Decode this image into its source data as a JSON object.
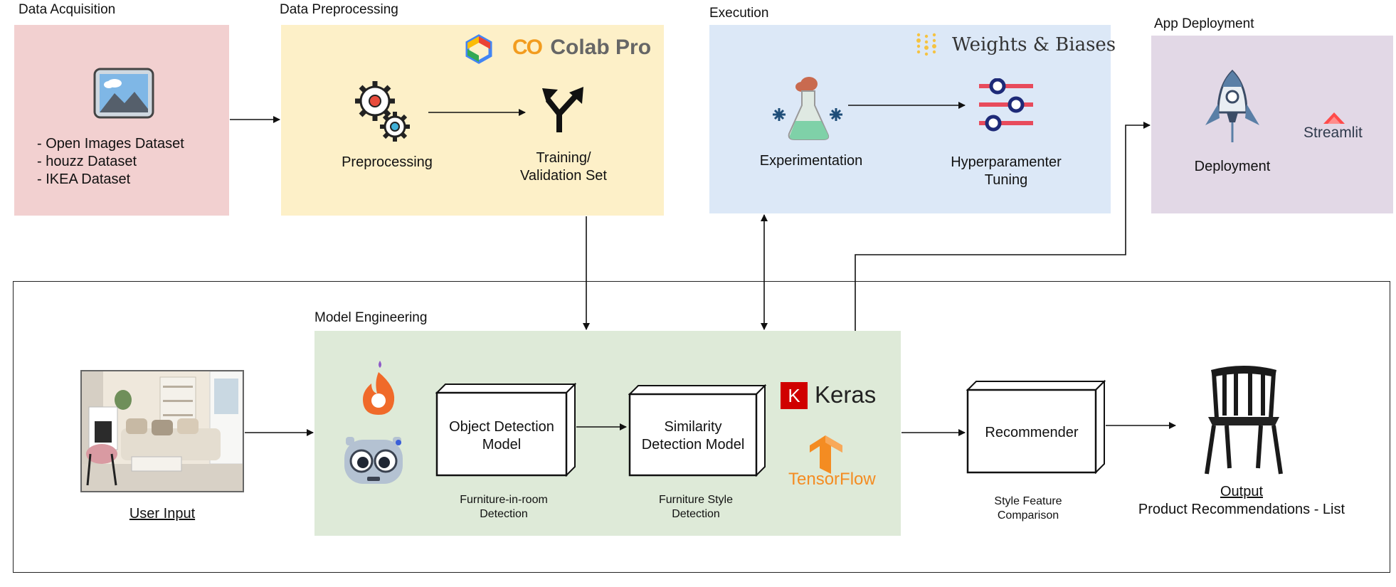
{
  "sections": {
    "acquisition": {
      "title": "Data Acquisition",
      "items": [
        "- Open Images Dataset",
        "- houzz Dataset",
        "- IKEA Dataset"
      ]
    },
    "preprocessing": {
      "title": "Data Preprocessing",
      "brand": "Colab Pro",
      "brand_mark": "CO",
      "step1": "Preprocessing",
      "step2_line1": "Training/",
      "step2_line2": "Validation Set"
    },
    "execution": {
      "title": "Execution",
      "brand": "Weights & Biases",
      "step1": "Experimentation",
      "step2_line1": "Hyperparamenter",
      "step2_line2": "Tuning"
    },
    "deployment": {
      "title": "App Deployment",
      "step1": "Deployment",
      "brand": "Streamlit"
    },
    "model": {
      "title": "Model Engineering",
      "box1_line1": "Object Detection",
      "box1_line2": "Model",
      "box2_line1": "Similarity",
      "box2_line2": "Detection Model",
      "caption1_line1": "Furniture-in-room",
      "caption1_line2": "Detection",
      "caption2_line1": "Furniture Style",
      "caption2_line2": "Detection",
      "brand_keras": "Keras",
      "brand_keras_mark": "K",
      "brand_tf": "TensorFlow"
    },
    "io": {
      "user_input": "User Input",
      "recommender": "Recommender",
      "caption_line1": "Style Feature",
      "caption_line2": "Comparison",
      "output_title": "Output",
      "output_sub": "Product Recommendations - List"
    }
  },
  "colors": {
    "acquisition_bg": "#f2d0d0",
    "preprocessing_bg": "#fdf0c8",
    "execution_bg": "#dce8f7",
    "deployment_bg": "#e2d8e6",
    "model_bg": "#deead8",
    "colab_orange": "#f29c1f",
    "keras_red": "#d00000",
    "tf_orange": "#f48c22",
    "streamlit_red": "#ff4b4b",
    "wandb_gold": "#f5c342"
  }
}
